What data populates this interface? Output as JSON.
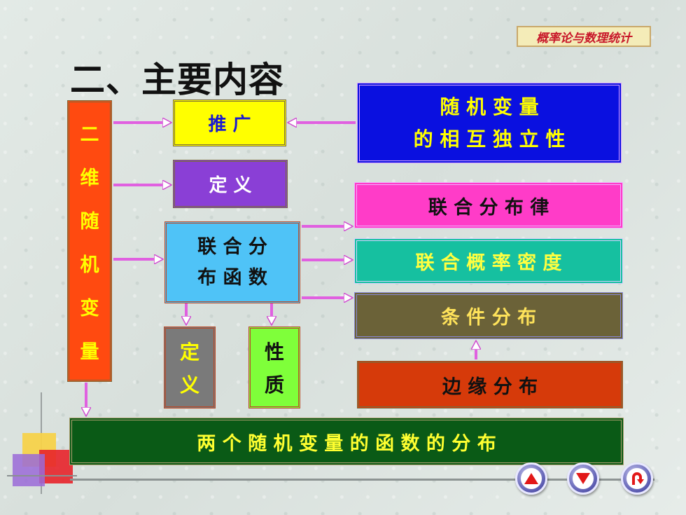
{
  "header": {
    "title": "二、主要内容",
    "logo_text": "概率论与数理统计"
  },
  "left_column": {
    "chars": [
      "二",
      "维",
      "随",
      "机",
      "变",
      "量"
    ]
  },
  "boxes": {
    "tuiguang": "推 广",
    "dingyi": "定 义",
    "joint_cdf_line1": "联 合 分",
    "joint_cdf_line2": "布 函 数",
    "def_small": [
      "定",
      "义"
    ],
    "prop_small": [
      "性",
      "质"
    ],
    "independence_line1": "随 机 变 量",
    "independence_line2": "的 相 互 独 立 性",
    "joint_law": "联 合 分 布 律",
    "joint_density": "联 合 概 率 密 度",
    "conditional": "条  件  分  布",
    "marginal": "边   缘   分   布",
    "function_dist": "两 个 随 机 变 量 的 函 数 的 分 布"
  },
  "colors": {
    "left_column_bg": "#ff4a10",
    "left_column_text": "#ffff00",
    "tuiguang_bg": "#ffff00",
    "tuiguang_text": "#1a1ad0",
    "dingyi_bg": "#8a3fd6",
    "dingyi_text": "#ffffff",
    "joint_cdf_bg": "#4fc3f7",
    "independence_bg": "#0a10e0",
    "independence_text": "#ffff00",
    "joint_law_bg": "#ff3cc8",
    "joint_density_bg": "#16c0a0",
    "joint_density_text": "#ffff40",
    "conditional_bg": "#6b6238",
    "conditional_text": "#ffe35a",
    "marginal_bg": "#d63a0a",
    "function_dist_bg": "#0a5a16",
    "function_dist_text": "#ffff30",
    "arrow": "#e060e0"
  },
  "nav": {
    "prev_icon": "triangle-up-icon",
    "next_icon": "triangle-down-icon",
    "return_icon": "return-arrow-icon"
  }
}
